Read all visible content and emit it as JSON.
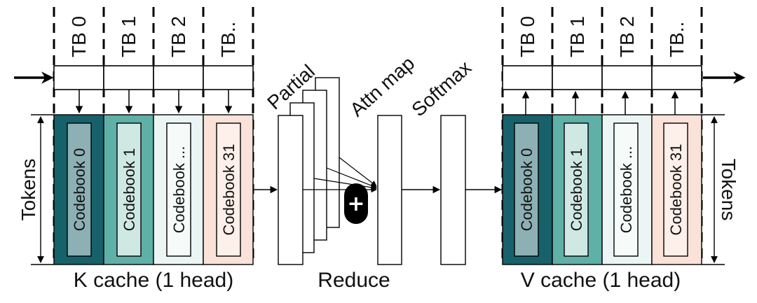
{
  "colors": {
    "teal_dark": "#17616a",
    "teal_mid": "#5fb0a6",
    "teal_light": "#eaf5f4",
    "salmon": "#fbe2d8",
    "codebook_0_fill": "#8db0b4",
    "codebook_1_fill": "#cfe8e3",
    "codebook_2_fill": "#f6fbfa",
    "codebook_31_fill": "#fdefe9",
    "stroke": "#000000"
  },
  "k_cache": {
    "thread_blocks": [
      "TB 0",
      "TB 1",
      "TB 2",
      "TB.."
    ],
    "codebooks": [
      "Codebook 0",
      "Codebook 1",
      "Codebook ...",
      "Codebook 31"
    ],
    "tokens_label": "Tokens",
    "caption": "K cache (1 head)"
  },
  "reduce": {
    "partial_label": "Partial",
    "attn_map_label": "Attn map",
    "softmax_label": "Softmax",
    "plus_symbol": "+",
    "caption": "Reduce"
  },
  "v_cache": {
    "thread_blocks": [
      "TB 0",
      "TB 1",
      "TB 2",
      "TB.."
    ],
    "codebooks": [
      "Codebook 0",
      "Codebook 1",
      "Codebook ...",
      "Codebook 31"
    ],
    "tokens_label": "Tokens",
    "caption": "V cache (1 head)"
  }
}
